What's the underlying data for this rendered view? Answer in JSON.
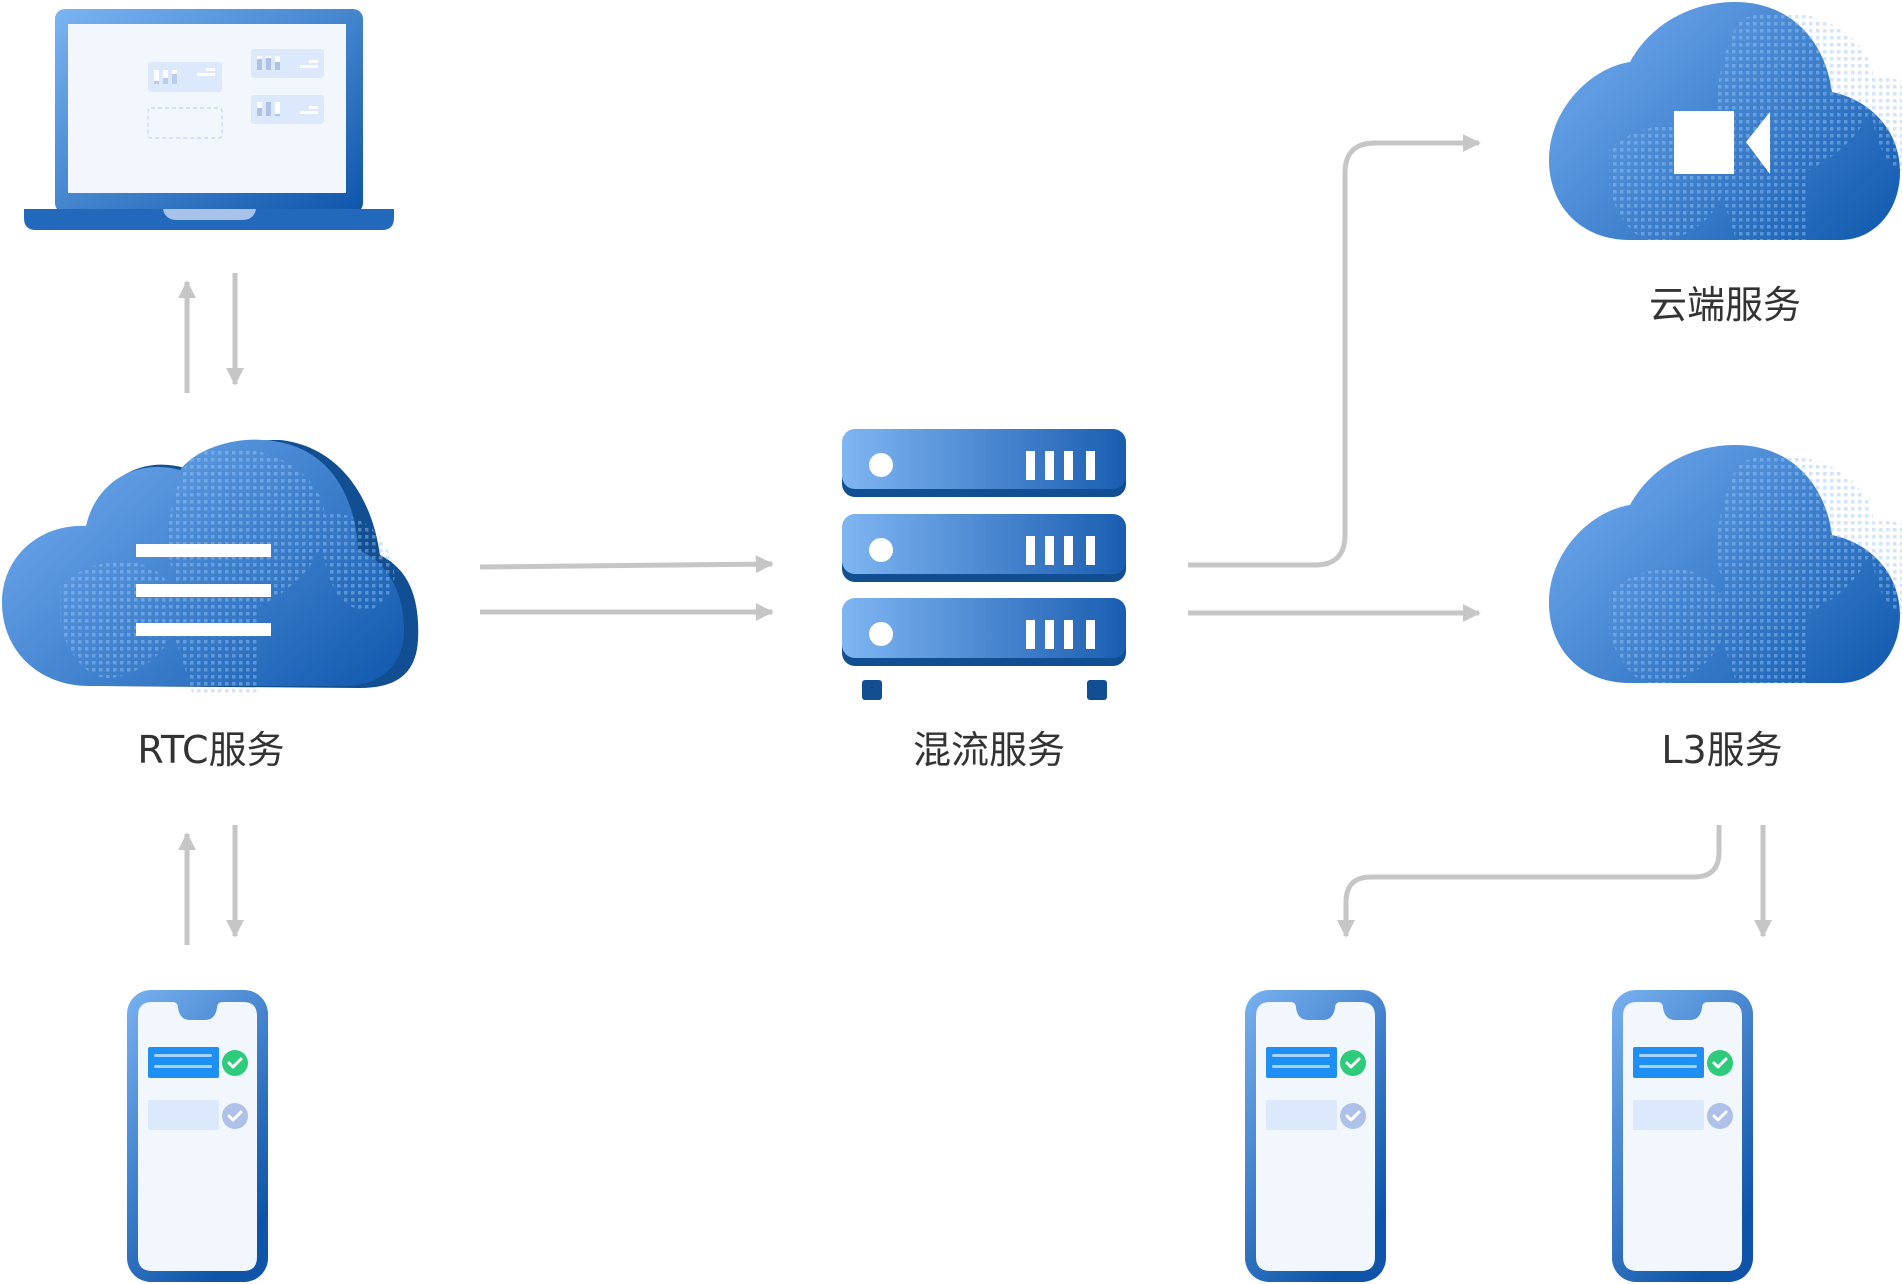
{
  "diagram": {
    "title": "",
    "nodes": {
      "laptop": {
        "label": "",
        "icon": "laptop-icon"
      },
      "rtc": {
        "label": "RTC服务",
        "icon": "cloud-menu-icon"
      },
      "mixer": {
        "label": "混流服务",
        "icon": "server-rack-icon"
      },
      "cloud": {
        "label": "云端服务",
        "icon": "cloud-video-icon"
      },
      "l3": {
        "label": "L3服务",
        "icon": "cloud-globe-icon"
      },
      "phone_left": {
        "label": "",
        "icon": "smartphone-icon"
      },
      "phone_mid": {
        "label": "",
        "icon": "smartphone-icon"
      },
      "phone_right": {
        "label": "",
        "icon": "smartphone-icon"
      }
    },
    "edges": [
      {
        "from": "rtc",
        "to": "laptop"
      },
      {
        "from": "laptop",
        "to": "rtc"
      },
      {
        "from": "phone_left",
        "to": "rtc"
      },
      {
        "from": "rtc",
        "to": "phone_left"
      },
      {
        "from": "rtc",
        "to": "mixer"
      },
      {
        "from": "rtc",
        "to": "mixer"
      },
      {
        "from": "mixer",
        "to": "cloud"
      },
      {
        "from": "mixer",
        "to": "l3"
      },
      {
        "from": "l3",
        "to": "phone_mid"
      },
      {
        "from": "l3",
        "to": "phone_right"
      }
    ]
  },
  "colors": {
    "primary_light": "#76b0f0",
    "primary_dark": "#1554a8",
    "shadow_dark": "#124e92",
    "screen_bg": "#f2f7fe",
    "card_bg": "#dce8fb",
    "arrow": "#c6c6c6",
    "label_text": "#333333",
    "check_green": "#2ecc7a",
    "check_muted": "#aec1e8",
    "bubble_blue": "#1e90f5"
  }
}
